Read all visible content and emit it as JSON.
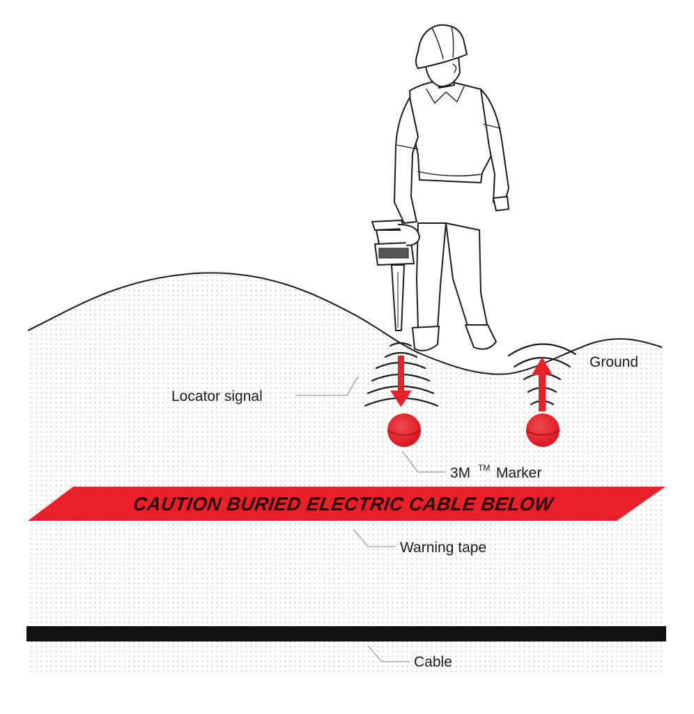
{
  "labels": {
    "ground": "Ground",
    "locator_signal": "Locator signal",
    "marker_prefix": "3M",
    "marker_tm": "TM",
    "marker_suffix": "Marker",
    "warning_tape": "Warning tape",
    "cable": "Cable"
  },
  "tape": {
    "text": "CAUTION BURIED ELECTRIC CABLE BELOW"
  },
  "colors": {
    "marker_red": "#e8202a",
    "tape_red": "#e8202a",
    "cable_black": "#111111",
    "soil_dot": "#cfcfcf"
  },
  "icons": {
    "worker": "construction-worker-icon",
    "locator": "locator-device-icon",
    "marker": "ball-marker-icon"
  }
}
